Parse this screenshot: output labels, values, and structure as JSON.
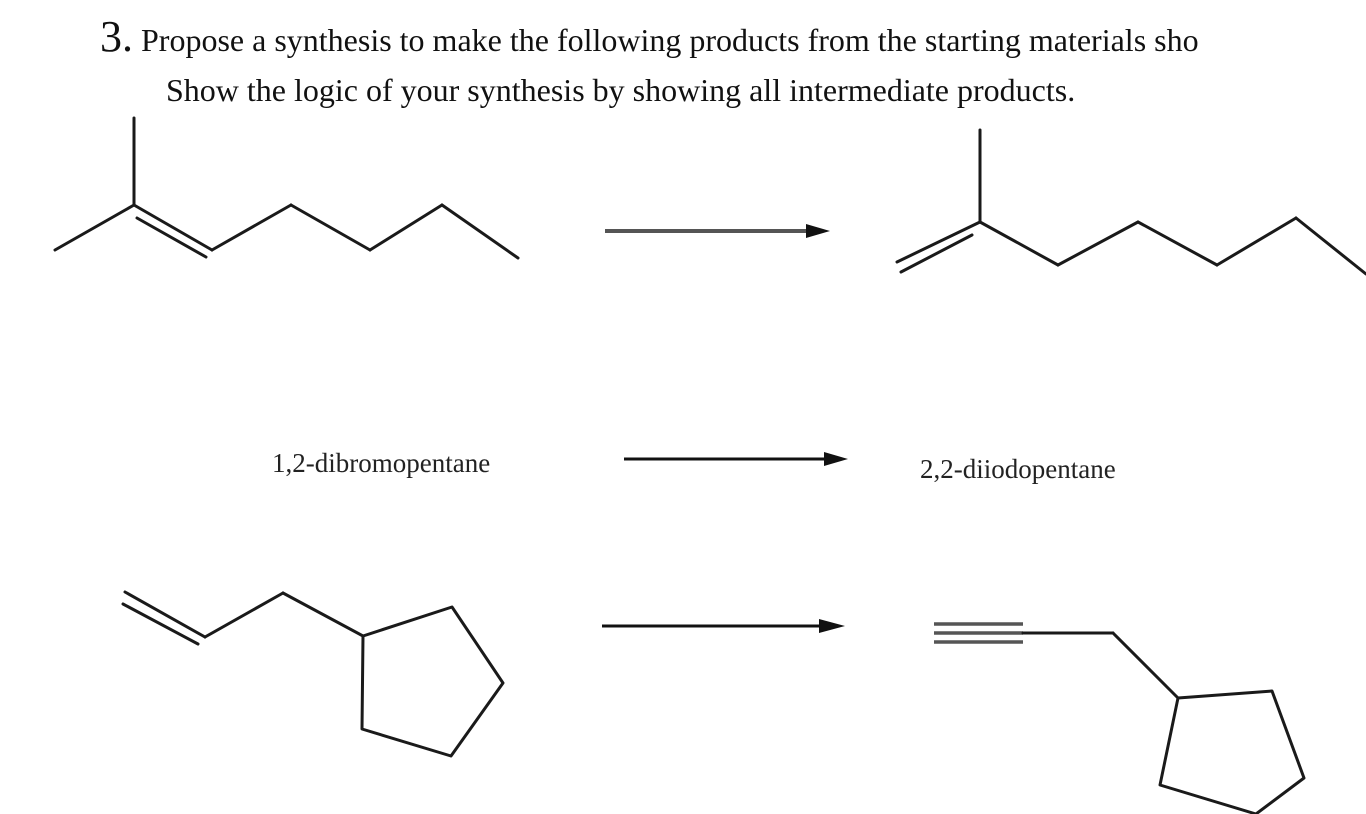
{
  "question": {
    "number": "3.",
    "line1": "Propose a synthesis to make the following products from the starting materials sho",
    "line2": "Show the logic of your synthesis by showing all intermediate products."
  },
  "reactions": [
    {
      "start": {
        "type": "structure",
        "icon": "2-methyl-2-hexene-structure-icon"
      },
      "product": {
        "type": "structure",
        "icon": "2-methyl-1-hexene-structure-icon"
      }
    },
    {
      "start": {
        "type": "name",
        "text": "1,2-dibromopentane"
      },
      "product": {
        "type": "name",
        "text": "2,2-diiodopentane"
      }
    },
    {
      "start": {
        "type": "structure",
        "icon": "allylcyclopentane-structure-icon"
      },
      "product": {
        "type": "structure",
        "icon": "propargylcyclopentane-structure-icon"
      }
    }
  ]
}
